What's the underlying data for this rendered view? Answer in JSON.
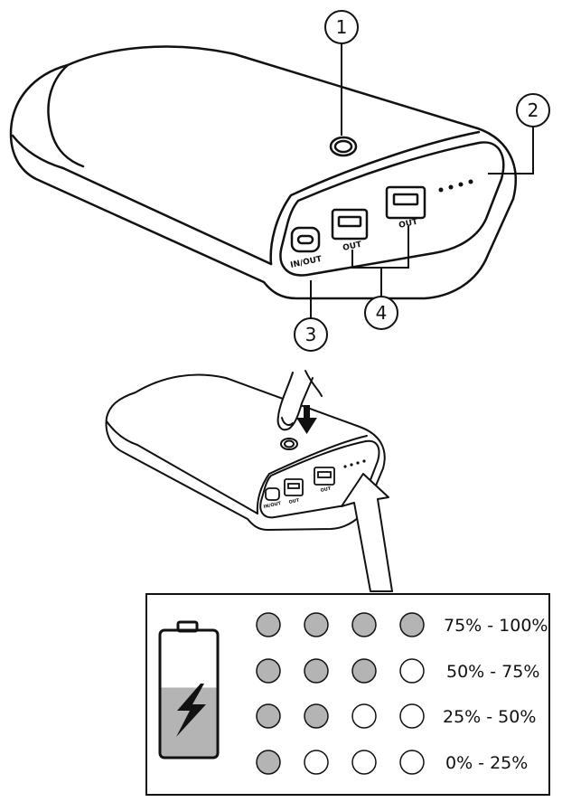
{
  "callouts": [
    {
      "label": "1",
      "refers_to": "power-button"
    },
    {
      "label": "2",
      "refers_to": "led-indicators"
    },
    {
      "label": "3",
      "refers_to": "usb-c-port"
    },
    {
      "label": "4",
      "refers_to": "usb-a-ports"
    }
  ],
  "ports": {
    "usb_c": "IN/OUT",
    "usb_a_1": "OUT",
    "usb_a_2": "OUT"
  },
  "legend": {
    "rows": [
      {
        "label": "75% - 100%",
        "lit": 4
      },
      {
        "label": "50% - 75%",
        "lit": 3
      },
      {
        "label": "25% - 50%",
        "lit": 2
      },
      {
        "label": "0% - 25%",
        "lit": 1
      }
    ],
    "total_leds": 4,
    "battery_fill_fraction": 0.55
  },
  "colors": {
    "line": "#111111",
    "led_on": "#b4b4b4",
    "led_off": "#ffffff",
    "battery_fill": "#b4b4b4",
    "device_body": "#ffffff"
  },
  "icons": [
    "battery-charging-icon",
    "lightning-bolt-icon",
    "finger-press-icon",
    "down-arrow-icon"
  ]
}
